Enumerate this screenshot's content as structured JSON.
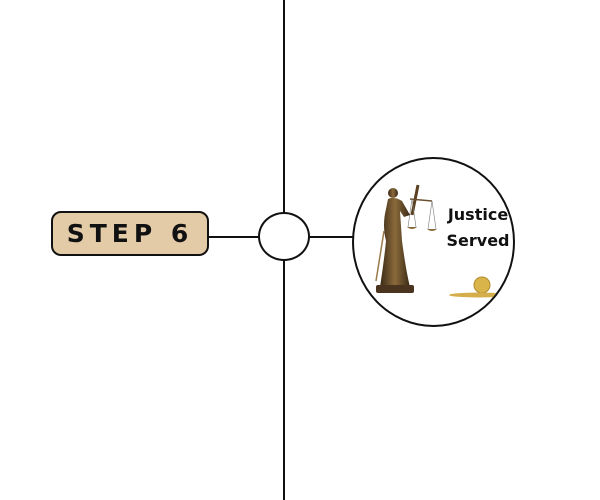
{
  "step": {
    "label": "STEP 6",
    "color": "#e3cba8"
  },
  "card": {
    "title_line1": "Justice",
    "title_line2": "Served",
    "image": "lady-justice-statue-with-coins"
  }
}
